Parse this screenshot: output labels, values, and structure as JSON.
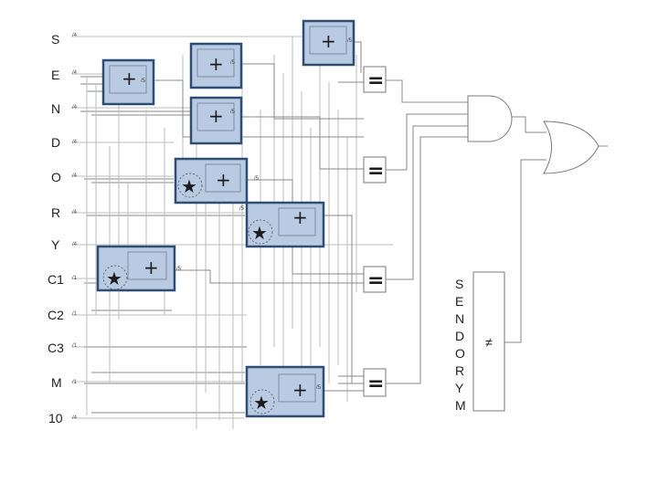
{
  "diagram": {
    "input_labels": [
      "S",
      "E",
      "N",
      "D",
      "O",
      "R",
      "Y",
      "C1",
      "C2",
      "C3",
      "M",
      "10"
    ],
    "width_marks": [
      "/4",
      "/4",
      "/4",
      "/4",
      "/4",
      "/4",
      "/4",
      "/1",
      "/1",
      "/1",
      "/1",
      "/4"
    ],
    "adders": [
      {
        "op": "+",
        "has_star": false,
        "out_width": "/5"
      },
      {
        "op": "+",
        "has_star": false,
        "out_width": "/5"
      },
      {
        "op": "+",
        "has_star": false,
        "out_width": "/5"
      },
      {
        "op": "+",
        "has_star": false,
        "out_width": "/5"
      },
      {
        "op": "+",
        "has_star": true,
        "out_width": "/5"
      },
      {
        "op": "+",
        "has_star": true,
        "out_width": "/5"
      },
      {
        "op": "+",
        "has_star": true,
        "out_width": "/5"
      },
      {
        "op": "+",
        "has_star": true,
        "out_width": "/5"
      }
    ],
    "comparators": [
      "=",
      "=",
      "=",
      "="
    ],
    "distinct_inputs": [
      "S",
      "E",
      "N",
      "D",
      "O",
      "R",
      "Y",
      "M"
    ],
    "distinct_symbol": "≠",
    "colors": {
      "adder_fill": "#b9cbe2",
      "adder_border": "#2e4c74",
      "star": "#1f3350",
      "wire": "#8a8a8a"
    }
  }
}
